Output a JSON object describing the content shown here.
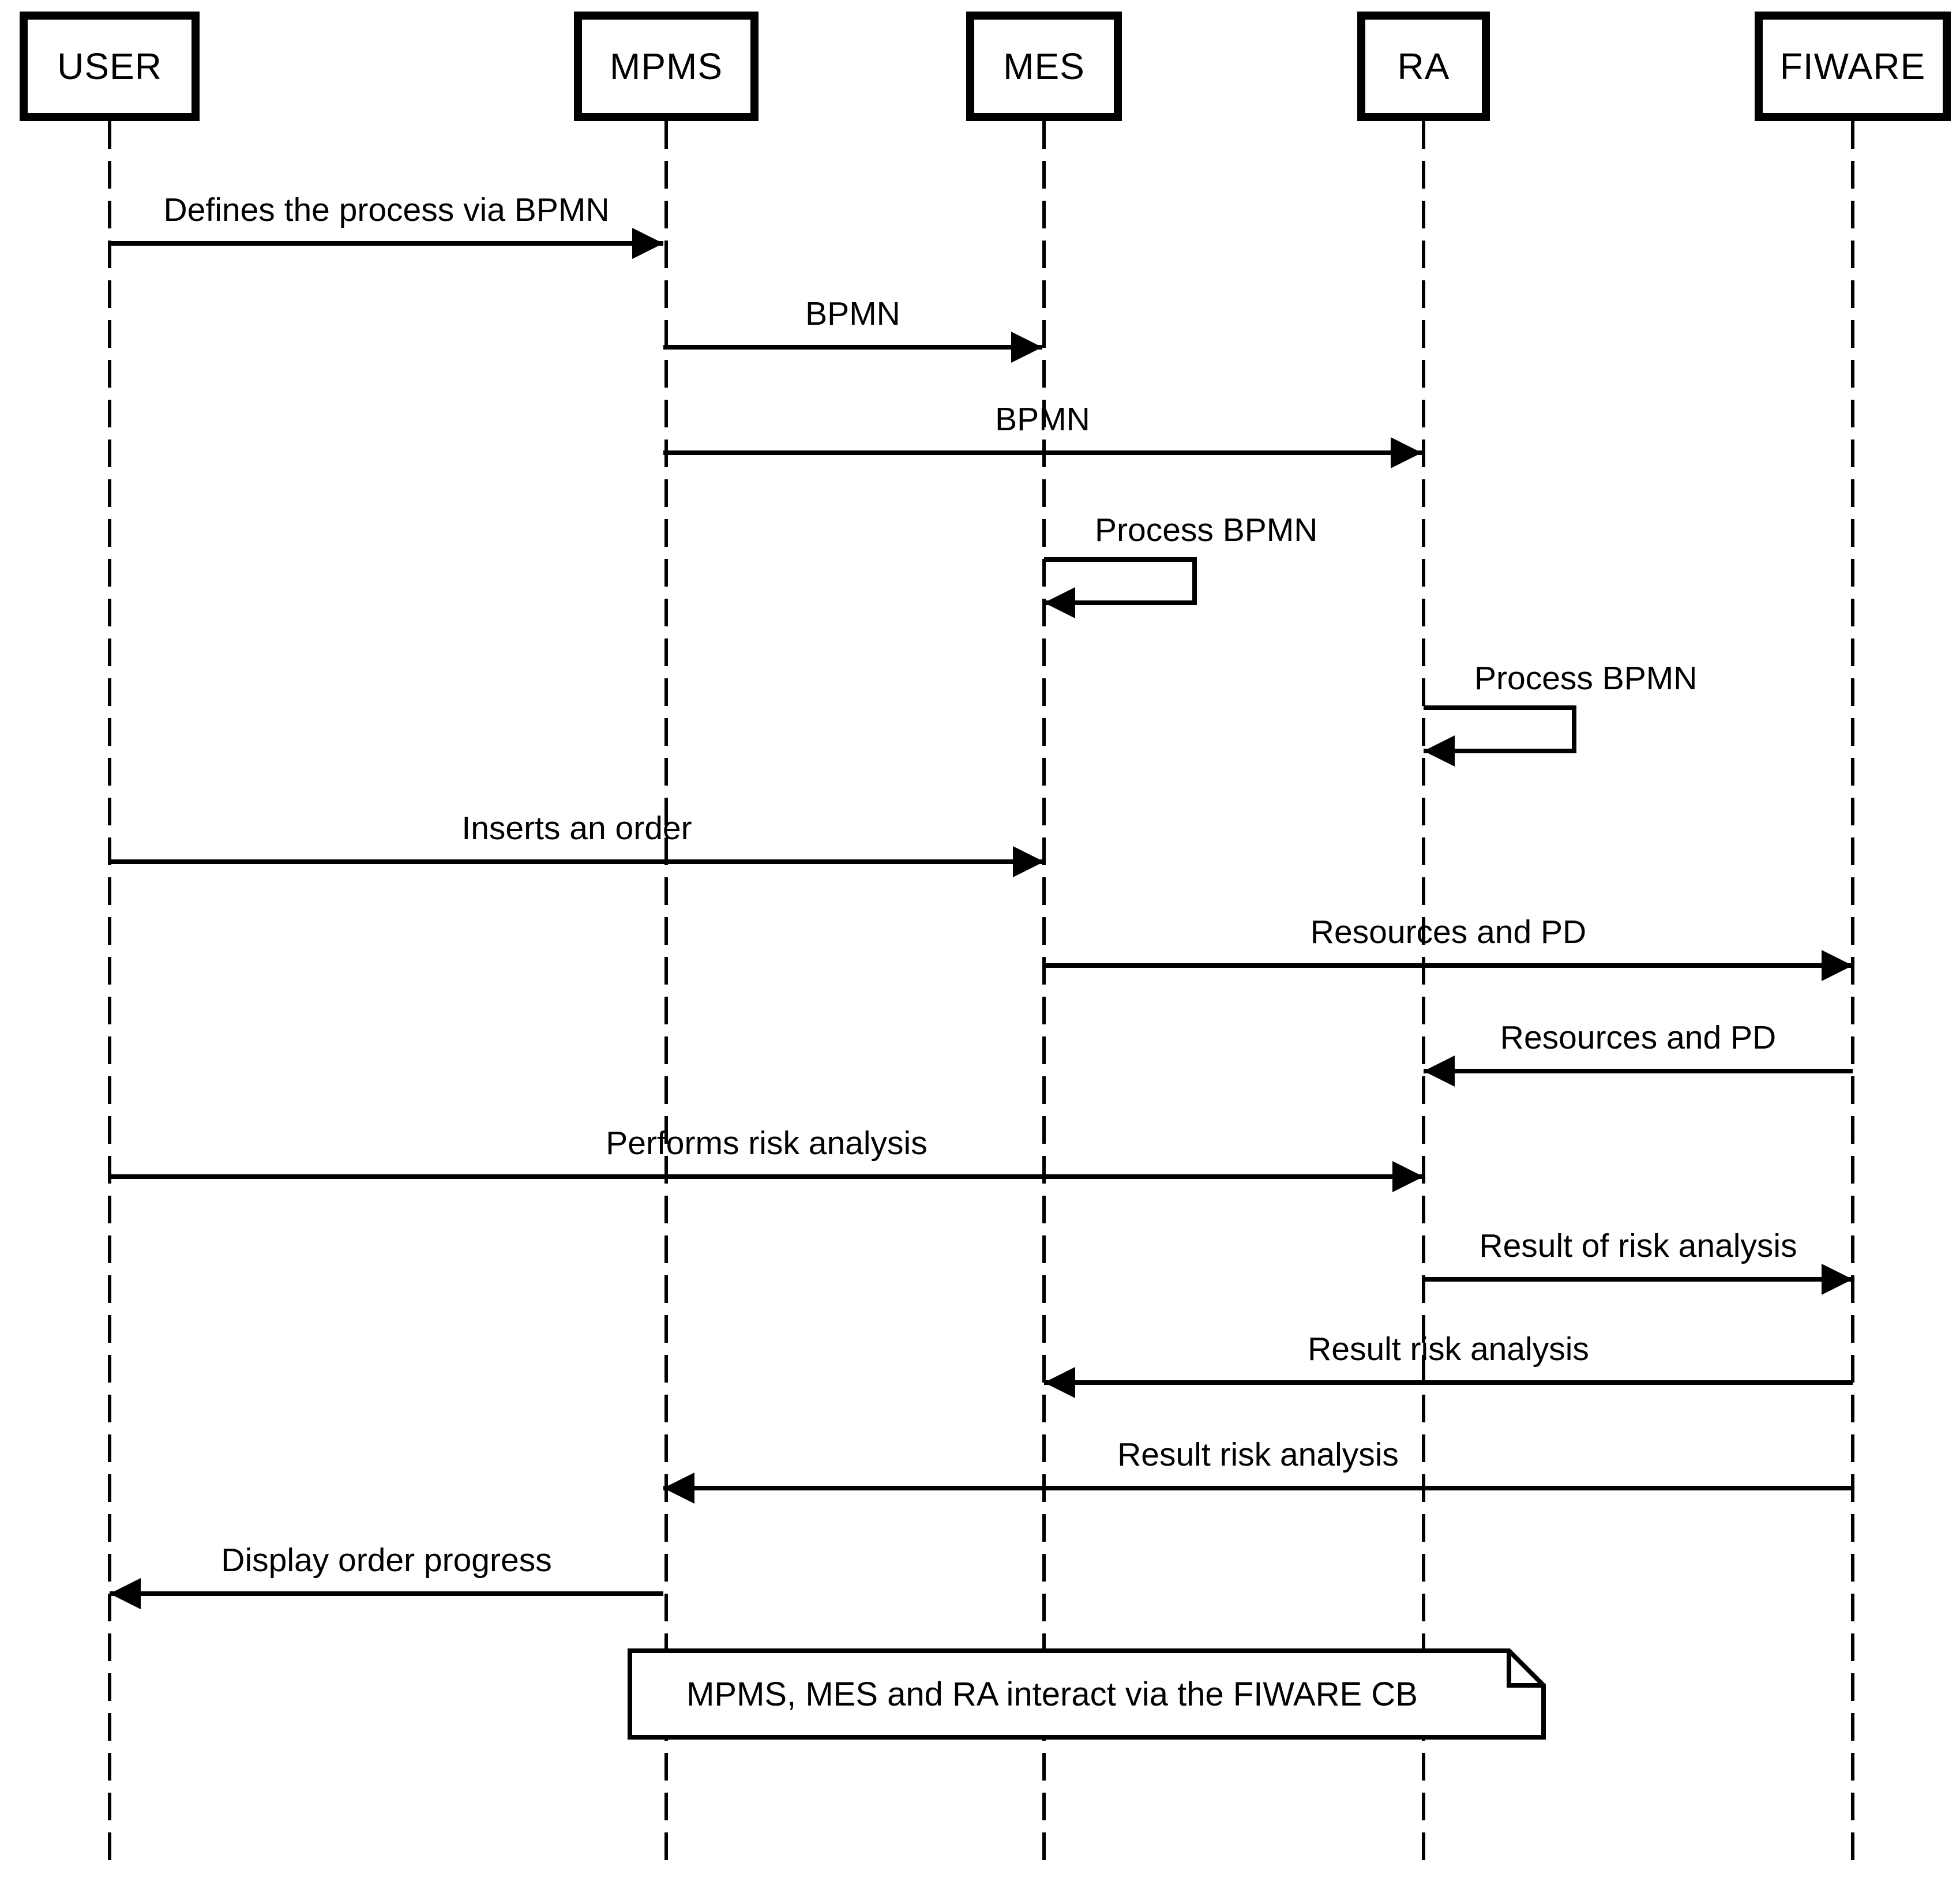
{
  "diagram": {
    "type": "uml-sequence",
    "colors": {
      "line": "#000000",
      "background": "#ffffff"
    },
    "actors": [
      {
        "id": "user",
        "label": "USER"
      },
      {
        "id": "mpms",
        "label": "MPMS"
      },
      {
        "id": "mes",
        "label": "MES"
      },
      {
        "id": "ra",
        "label": "RA"
      },
      {
        "id": "fiware",
        "label": "FIWARE"
      }
    ],
    "messages": [
      {
        "from": "USER",
        "to": "MPMS",
        "kind": "arrow",
        "label": "Defines the process via BPMN"
      },
      {
        "from": "MPMS",
        "to": "MES",
        "kind": "arrow",
        "label": "BPMN"
      },
      {
        "from": "MPMS",
        "to": "RA",
        "kind": "arrow",
        "label": "BPMN"
      },
      {
        "from": "MES",
        "to": "MES",
        "kind": "self",
        "label": "Process BPMN"
      },
      {
        "from": "RA",
        "to": "RA",
        "kind": "self",
        "label": "Process BPMN"
      },
      {
        "from": "USER",
        "to": "MES",
        "kind": "arrow",
        "label": "Inserts an order"
      },
      {
        "from": "MES",
        "to": "FIWARE",
        "kind": "arrow",
        "label": "Resources and PD"
      },
      {
        "from": "FIWARE",
        "to": "RA",
        "kind": "arrow",
        "label": "Resources and PD"
      },
      {
        "from": "USER",
        "to": "RA",
        "kind": "arrow",
        "label": "Performs risk analysis"
      },
      {
        "from": "RA",
        "to": "FIWARE",
        "kind": "arrow",
        "label": "Result of risk analysis"
      },
      {
        "from": "FIWARE",
        "to": "MES",
        "kind": "arrow",
        "label": "Result risk analysis"
      },
      {
        "from": "FIWARE",
        "to": "MPMS",
        "kind": "arrow",
        "label": "Result risk analysis"
      },
      {
        "from": "MPMS",
        "to": "USER",
        "kind": "arrow",
        "label": "Display order progress"
      }
    ],
    "note": {
      "text": "MPMS, MES and RA interact via the FIWARE CB"
    }
  }
}
